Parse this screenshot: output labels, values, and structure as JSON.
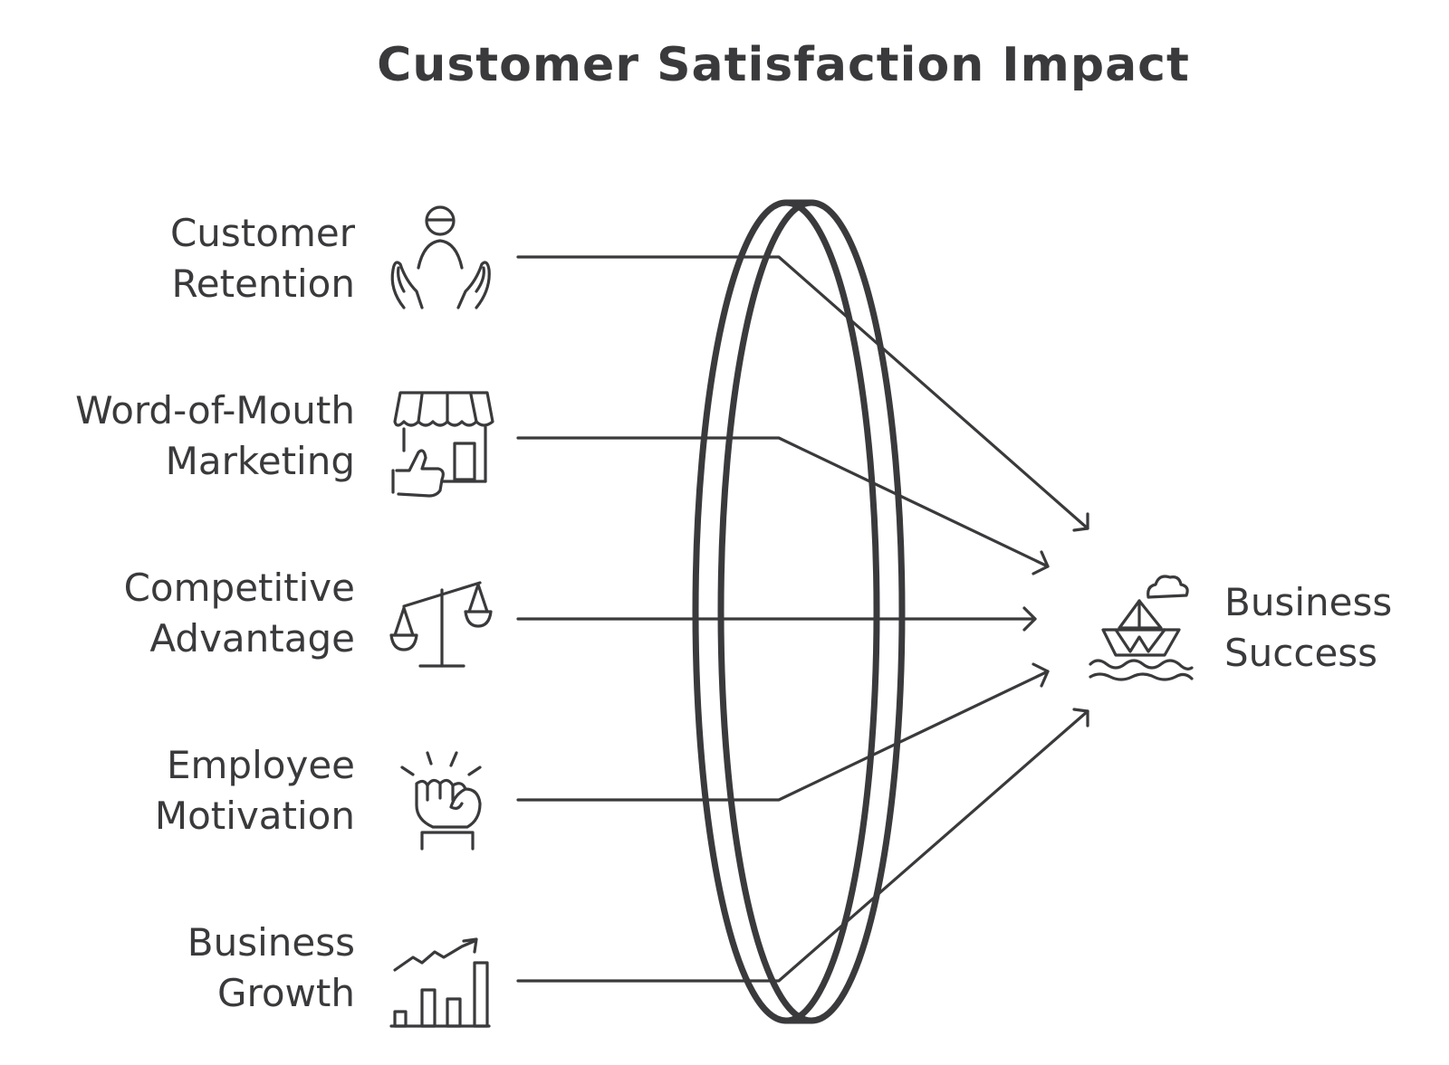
{
  "title": "Customer Satisfaction Impact",
  "inputs": [
    {
      "line1": "Customer",
      "line2": "Retention",
      "icon": "hands-holding-person-icon"
    },
    {
      "line1": "Word-of-Mouth",
      "line2": "Marketing",
      "icon": "storefront-thumbs-up-icon"
    },
    {
      "line1": "Competitive",
      "line2": "Advantage",
      "icon": "balance-scale-icon"
    },
    {
      "line1": "Employee",
      "line2": "Motivation",
      "icon": "raised-fist-icon"
    },
    {
      "line1": "Business",
      "line2": "Growth",
      "icon": "growth-chart-icon"
    }
  ],
  "output": {
    "line1": "Business",
    "line2": "Success",
    "icon": "paper-boat-icon"
  },
  "colors": {
    "ink": "#3a3a3c",
    "background": "#ffffff"
  }
}
